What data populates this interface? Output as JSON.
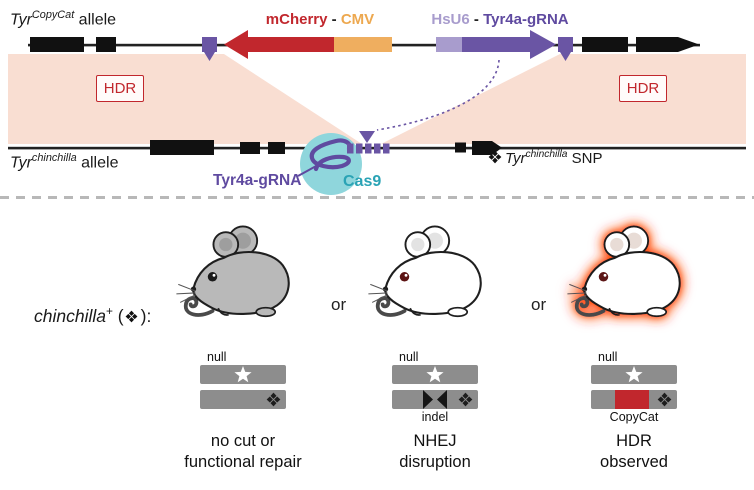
{
  "figure": {
    "top": {
      "copycat_allele": {
        "gene": "Tyr",
        "sup": "CopyCat",
        "rest": " allele"
      },
      "cassette_left": {
        "mcherry": "mCherry",
        "sep": " - ",
        "cmv": "CMV"
      },
      "cassette_right": {
        "hsu6": "HsU6",
        "sep": " - ",
        "grna": "Tyr4a-gRNA"
      },
      "hdr_left": "HDR",
      "hdr_right": "HDR",
      "chinchilla_allele": {
        "gene": "Tyr",
        "sup": "chinchilla",
        "rest": " allele"
      },
      "grna_label": "Tyr4a-gRNA",
      "cas9_label": "Cas9",
      "snp_label": {
        "gene": "Tyr",
        "sup": "chinchilla",
        "rest": " SNP"
      }
    },
    "bottom": {
      "genotype": {
        "gene": "chinchilla",
        "sup": "+",
        "open": " (",
        "close": "):"
      },
      "separators": [
        "or",
        "or"
      ],
      "outcomes": [
        {
          "null_label": "null",
          "caption1": "no cut or",
          "caption2": "functional repair"
        },
        {
          "null_label": "null",
          "marker_label": "indel",
          "caption1": "NHEJ",
          "caption2": "disruption"
        },
        {
          "null_label": "null",
          "marker_label": "CopyCat",
          "caption1": "HDR",
          "caption2": "observed"
        }
      ]
    },
    "icons": {
      "star": "★",
      "diamond_cluster": "❖"
    },
    "colors": {
      "salmon": "#f9ded2",
      "red": "#c1272d",
      "orange": "#efae5f",
      "purple_dark": "#6a55a4",
      "purple_light": "#a89ccd",
      "teal_fill": "#8fd6dc",
      "teal_text": "#2aa3b5",
      "bar_gray": "#8d8d8d"
    }
  }
}
